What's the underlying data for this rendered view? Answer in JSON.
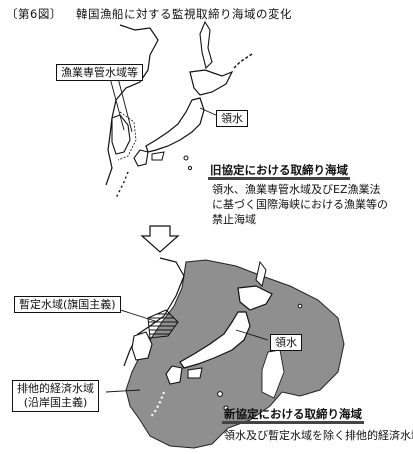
{
  "figure": {
    "number": "〔第6図〕",
    "title": "韓国漁船に対する監視取締り海域の変化"
  },
  "old_agreement": {
    "labels": {
      "fishery_zone": "漁業専管水域等",
      "territorial_waters": "領水"
    },
    "heading": "旧協定における取締り海域",
    "description_lines": [
      "領水、漁業専管水域及びEZ漁業法",
      "に基づく国際海峡における漁業等の",
      "禁止海域"
    ]
  },
  "new_agreement": {
    "labels": {
      "provisional_zone": "暫定水域(旗国主義)",
      "territorial_waters": "領水",
      "eez_line1": "排他的経済水域",
      "eez_line2": "(沿岸国主義)"
    },
    "heading": "新協定における取締り海域",
    "description": "領水及び暫定水域を除く排他的経済水域"
  },
  "colors": {
    "eez_fill": "#8f8f8f",
    "land": "#ffffff",
    "outline": "#111111"
  }
}
